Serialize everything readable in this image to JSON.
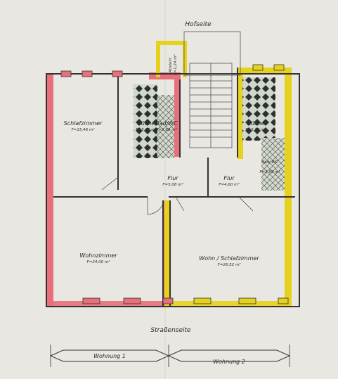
{
  "labels": {
    "top_side": "Hofseite",
    "bottom_side": "Straßenseite"
  },
  "rooms": [
    {
      "id": "schlafzimmer",
      "name": "Schlafzimmer",
      "area": "F=15,46 m²"
    },
    {
      "id": "kueche-left",
      "name": "Küche",
      "area": "F=5,69 m²"
    },
    {
      "id": "bad-left",
      "name": "Bad/WC",
      "area": "F=3,80 m²"
    },
    {
      "id": "abstellraum",
      "name": "Abstellr.",
      "area": "F=1,24 m²"
    },
    {
      "id": "kueche-right",
      "name": "Küche",
      "area": "F=5,78 m²"
    },
    {
      "id": "bad-right",
      "name": "Bad/ WC",
      "area": "F=2,59 m²"
    },
    {
      "id": "flur-left",
      "name": "Flur",
      "area": "F=5,08 m²"
    },
    {
      "id": "flur-right",
      "name": "Flur",
      "area": "F=4,60 m²"
    },
    {
      "id": "wohnzimmer",
      "name": "Wohnzimmer",
      "area": "F=24,00 m²"
    },
    {
      "id": "wohn-schlafzimmer",
      "name": "Wohn / Schlafzimmer",
      "area": "F=26,52 m²"
    }
  ],
  "legend": {
    "unit1": "Wohnung 1",
    "unit2": "Wohnung 2"
  },
  "colors": {
    "background": "#e9e7e2",
    "wall": "#3a3a3a",
    "unit1_highlight": "#e8707a",
    "unit2_highlight": "#e6d21c",
    "tile": "#cfd6c6"
  }
}
